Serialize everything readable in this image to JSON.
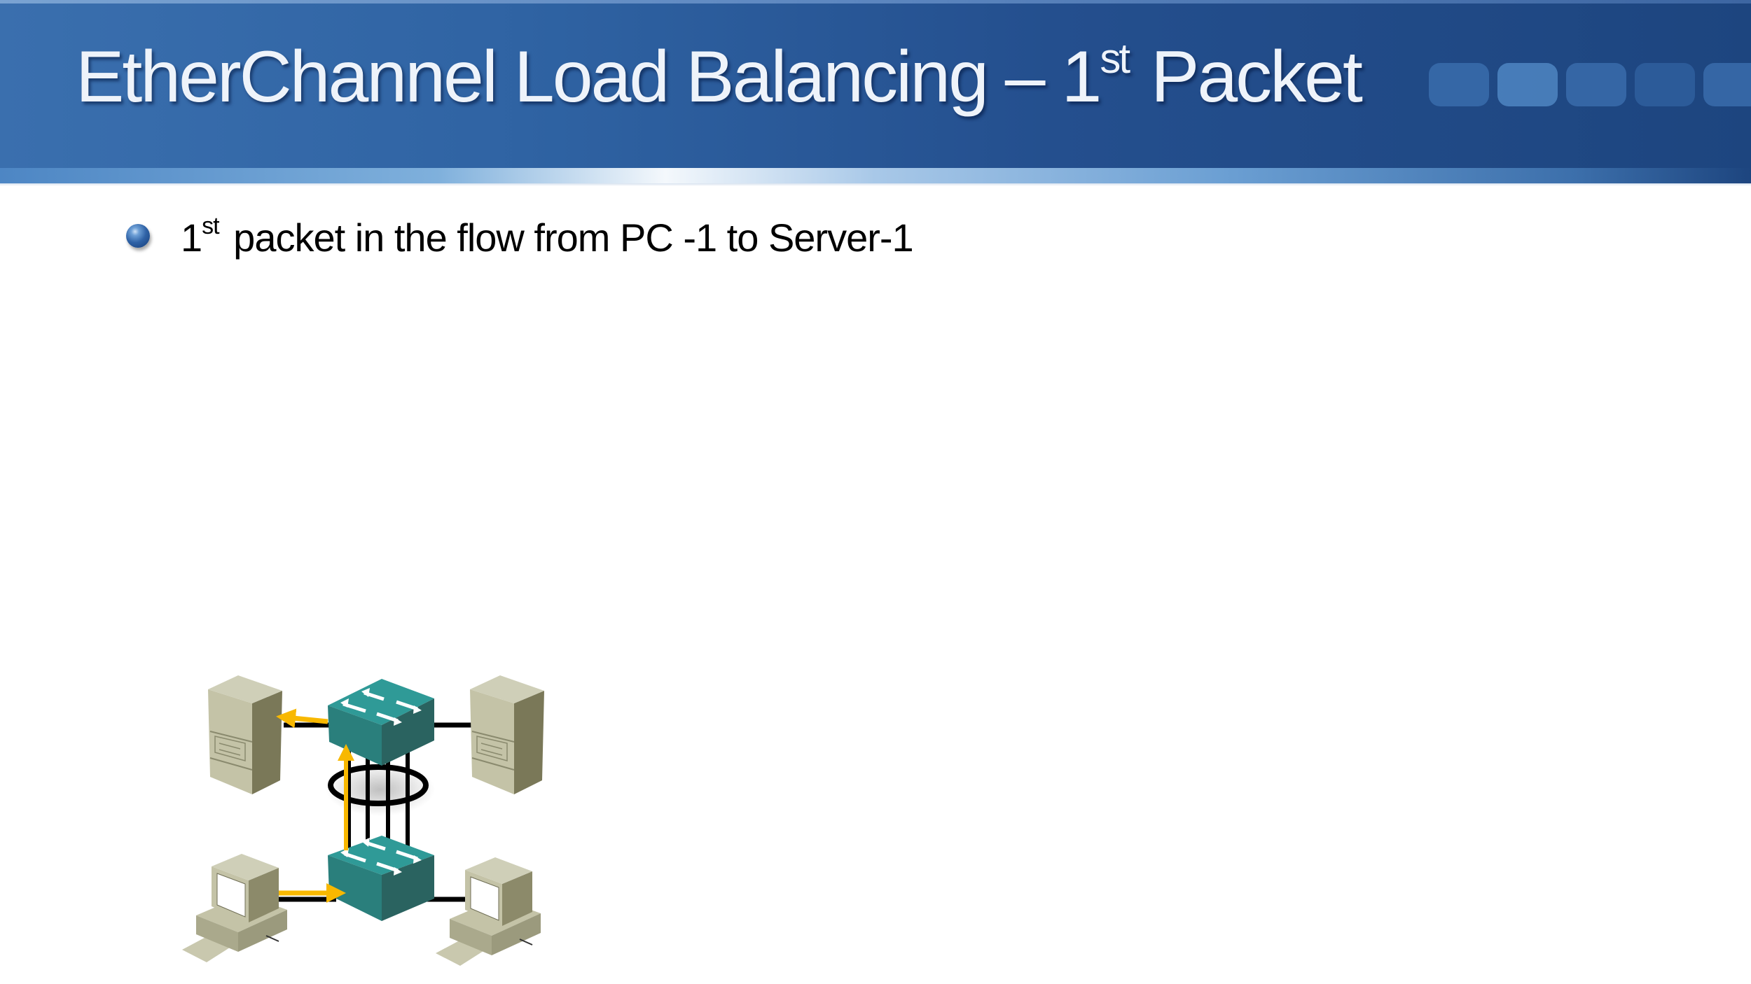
{
  "slide": {
    "title_main": "EtherChannel Load Balancing – 1",
    "title_sup": "st",
    "title_end": " Packet",
    "bullet": {
      "prefix": "1",
      "sup": "st",
      "text": " packet in the flow from PC -1 to Server-1"
    }
  },
  "diagram": {
    "devices": [
      {
        "name": "server-1",
        "type": "server",
        "position": "top-left"
      },
      {
        "name": "switch-top",
        "type": "switch",
        "position": "top-center"
      },
      {
        "name": "server-2",
        "type": "server",
        "position": "top-right"
      },
      {
        "name": "switch-bottom",
        "type": "switch",
        "position": "bottom-center"
      },
      {
        "name": "pc-1",
        "type": "pc",
        "position": "bottom-left"
      },
      {
        "name": "pc-2",
        "type": "pc",
        "position": "bottom-right"
      }
    ],
    "etherchannel_links": 4,
    "packet_path": [
      "pc-1",
      "switch-bottom",
      "switch-top",
      "server-1"
    ],
    "colors": {
      "packet_arrow": "#f8b800",
      "link": "#000000",
      "switch_top": "#2f9a97",
      "switch_front": "#2a7f7c",
      "switch_side": "#2a6360",
      "device_light": "#c9c8ae",
      "device_mid": "#aaa98c",
      "device_dark": "#7a7858"
    }
  },
  "colors": {
    "header_blue": "#244f8e",
    "title_text": "#eef3fa",
    "bullet_blue": "#2f62a6"
  }
}
